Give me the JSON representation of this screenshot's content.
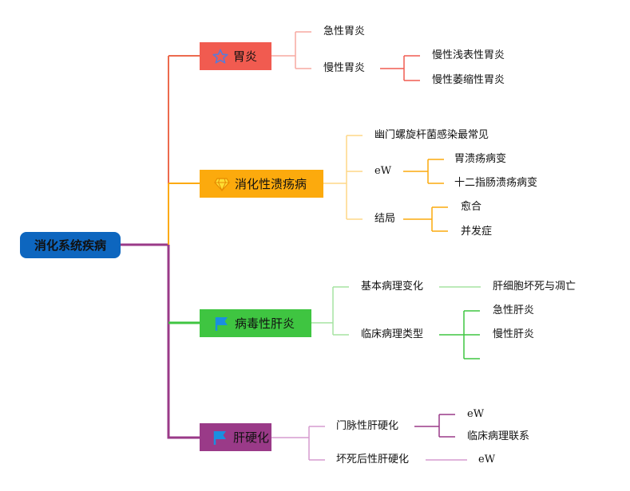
{
  "root": {
    "label": "消化系统疾病"
  },
  "topics": [
    {
      "label": "胃炎",
      "icon": "star-icon",
      "color": "#f15b50",
      "children": [
        {
          "label": "急性胃炎"
        },
        {
          "label": "慢性胃炎",
          "children": [
            {
              "label": "慢性浅表性胃炎"
            },
            {
              "label": "慢性萎缩性胃炎"
            }
          ]
        }
      ]
    },
    {
      "label": "消化性溃疡病",
      "icon": "diamond-icon",
      "color": "#fcaa0d",
      "children": [
        {
          "label": "幽门螺旋杆菌感染最常见"
        },
        {
          "label": "eW",
          "children": [
            {
              "label": "胃溃疡病变"
            },
            {
              "label": "十二指肠溃疡病变"
            }
          ]
        },
        {
          "label": "结局",
          "children": [
            {
              "label": "愈合"
            },
            {
              "label": "并发症"
            }
          ]
        }
      ]
    },
    {
      "label": "病毒性肝炎",
      "icon": "flag-icon",
      "color": "#3fc541",
      "children": [
        {
          "label": "基本病理变化",
          "children": [
            {
              "label": "肝细胞坏死与凋亡"
            }
          ]
        },
        {
          "label": "临床病理类型",
          "children": [
            {
              "label": "急性肝炎"
            },
            {
              "label": "慢性肝炎"
            },
            {
              "label": ""
            }
          ]
        }
      ]
    },
    {
      "label": "肝硬化",
      "icon": "flag-icon",
      "color": "#9a3a88",
      "children": [
        {
          "label": "门脉性肝硬化",
          "children": [
            {
              "label": "eW"
            },
            {
              "label": "临床病理联系"
            }
          ]
        },
        {
          "label": "坏死后性肝硬化",
          "children": [
            {
              "label": "eW"
            }
          ]
        }
      ]
    }
  ],
  "colors": {
    "root": "#0d66bf",
    "trunk_top": "#ec6a4e",
    "trunk_mid": "#fcaa0d",
    "branch_1": "#f7a9a1",
    "branch_2": "#fdd787",
    "branch_3": "#a5e3a2",
    "branch_4": "#d69bcf",
    "flag_icon": "#1a8fe0",
    "star_outline": "#5a7bd8",
    "diamond_fill": "#ffdd33"
  }
}
